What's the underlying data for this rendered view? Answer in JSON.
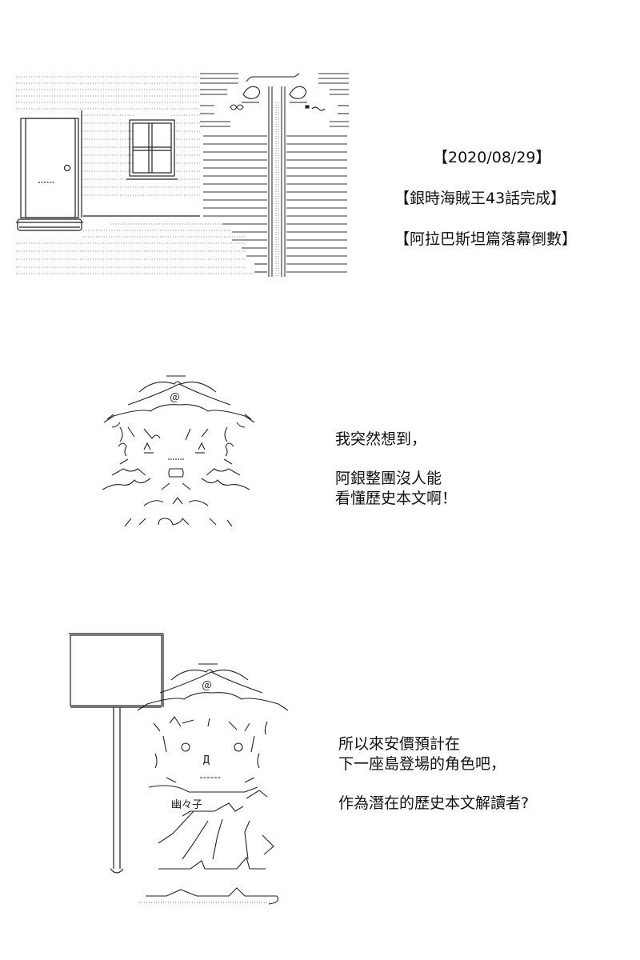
{
  "panel1": {
    "captions": [
      "【2020/08/29】",
      "【銀時海賊王43話完成】",
      "【阿拉巴斯坦篇落幕倒數】"
    ]
  },
  "panel2": {
    "caption_lines": [
      "我突然想到，",
      "",
      "阿銀整團沒人能",
      "看懂歷史本文啊！"
    ],
    "aa_text": "         ＿＿＿\n     ,.／ ﾆ´ 入 `ﾆ＼.\n   ／ ,.=ﾆ／ ＠ ＼ﾆ=.､ ＼\n <<,ｨ-'⌒`,.-─-.､⌒`ｰ､ >>\n   `ﾚﾉｲ ＼_i_ﾊﾙ´ ／Yｲ |\n   (ｲﾉ( i,_i    |_i )ﾚﾉy)\n   ﾉﾉ> ﾞr''''''  r''ﾞ ｲﾉ人\n  ／`>iﾉｲ>､ ,i__i ,.ｨﾉ(>､\n <,.⌒`ｲﾚｨ,.ﾉ`⌒`､ﾚｲﾉ`⌒>\n     ／⌒ ／ 、ﾝ) ｲ⌒ヽ\n   ／  ヽ/｢=.,ｨY>ｲ   ヽ"
  },
  "panel3": {
    "caption_lines": [
      "所以來安價預計在",
      "下一座島登場的角色吧，",
      "",
      "作為潛在的歷史本文解讀者?"
    ],
    "aa_text": "       ＿＿＿\n   ,.／ ﾆ´ 入 `ﾆ＼.\n  ／ ,.=ﾆ／ ＠ ＼ﾆ=.､＼\n<<,ｨ-'⌒`,.-─-.､⌒`ｰ､ >>\n  ヽ/ /_ /ハ |ヽ､ ＼ V /\n     i il/   ヽl    ＼ヽV\n    |ii il  ○   ○  |ii |\n    |ii |l、   Д    |li |\n   ヽN ､  ───  <ﾘﾙ'\n  ､___/幽々子 `ヽ   、\n     ＼       ノ >─'\n      ,.ｨ`===  ｒ^ヽ\n   ／  /  /   |^ V\n  <  /  /  /  /i  ＼\n    /＼ '  /   /  l   ＞\n   /__>､ 」__/ 」,ｨ  ┌\n  ー'''''''''''''''''''''ヽこ丿"
  }
}
